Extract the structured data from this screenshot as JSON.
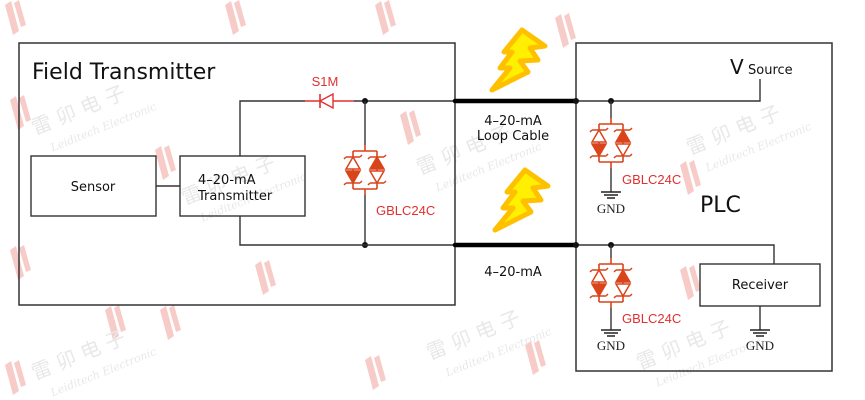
{
  "title": "4-20mA loop protection with GBLC24C TVS arrays",
  "colors": {
    "wire": "#222222",
    "tvs": "#d9441a",
    "tvs_label": "#e03030",
    "diode": "#e03030",
    "bolt_fill": "#ffef00",
    "bolt_stroke": "#ffc000",
    "watermark_logo": "#f4c4c0",
    "watermark_text": "#e6e6e6"
  },
  "field_transmitter": {
    "title": "Field Transmitter",
    "sensor_label": "Sensor",
    "transmitter_label_line1": "4–20-mA",
    "transmitter_label_line2": "Transmitter",
    "series_diode_label": "S1M",
    "tvs_label": "GBLC24C"
  },
  "cable": {
    "top_label_line1": "4–20-mA",
    "top_label_line2": "Loop Cable",
    "bottom_label": "4–20-mA"
  },
  "plc": {
    "title": "PLC",
    "vsource_v": "V",
    "vsource_sub": "Source",
    "tvs_top_label": "GBLC24C",
    "tvs_bottom_label": "GBLC24C",
    "gnd_label": "GND",
    "receiver_label": "Receiver"
  },
  "watermark": {
    "chinese": "雷 卯 电 子",
    "english": "Leiditech Electronic"
  }
}
